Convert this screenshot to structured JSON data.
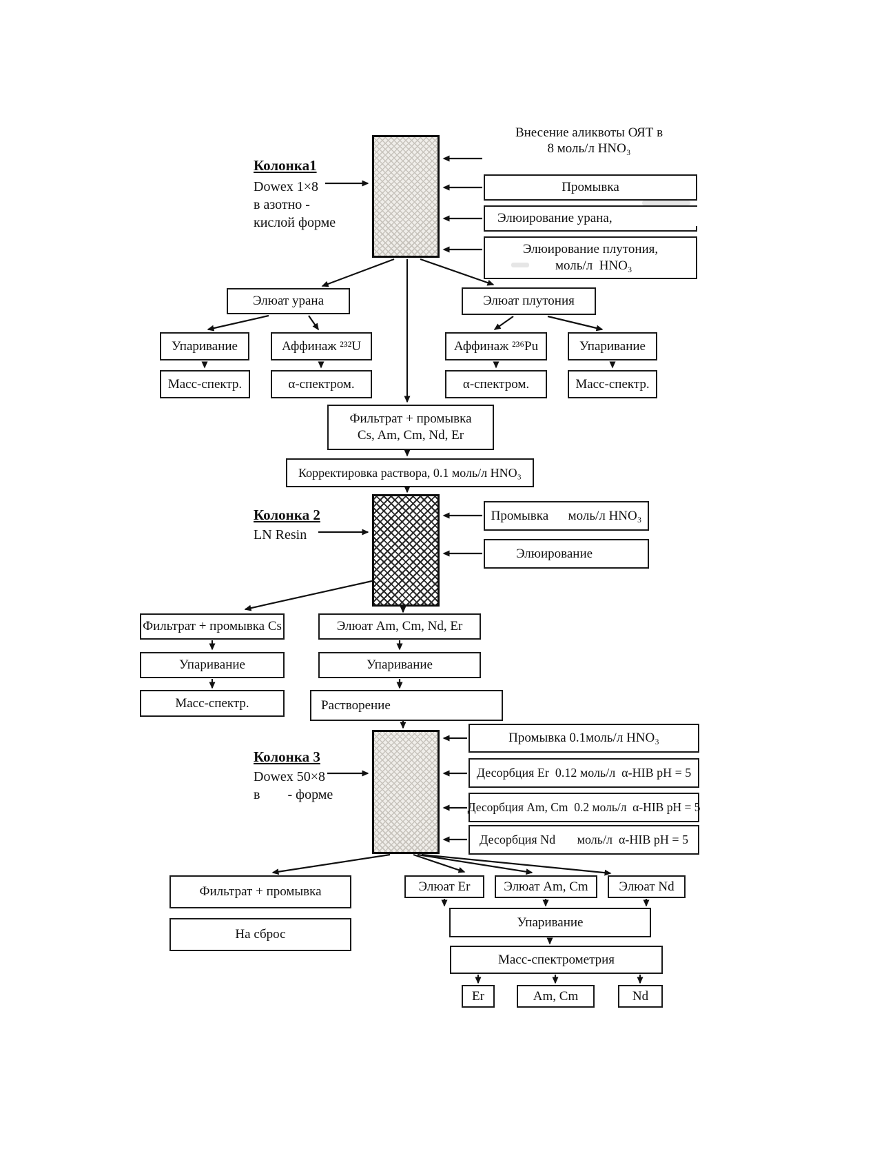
{
  "sections": {
    "s1": {
      "title": "Колонка1",
      "resin": "Dowex 1×8\nв азотно -\nкислой форме",
      "feed": "Внесение аликвоты ОЯТ в\n8 моль/л HNO₃",
      "in_wash": "Промывка",
      "in_elute_u": "Элюирование урана,",
      "in_elute_pu": "Элюирование плутония,\n  моль/л  HNO₃",
      "eluate_u": "Элюат урана",
      "eluate_pu": "Элюат плутония",
      "evaporation": "Упаривание",
      "affinage_u": "Аффинаж ²³²U",
      "affinage_pu": "Аффинаж ²³⁶Pu",
      "mass_spec": "Масс-спектр.",
      "alpha_spec": "α-спектром.",
      "filtrate": "Фильтрат + промывка\nCs, Am, Cm, Nd, Er",
      "correction": "Корректировка раствора, 0.1 моль/л HNO₃"
    },
    "s2": {
      "title": "Колонка 2",
      "resin": "LN Resin",
      "in_wash": "Промывка      моль/л HNO₃",
      "in_elute": "Элюирование",
      "filtrate_cs": "Фильтрат + промывка Cs",
      "evaporation": "Упаривание",
      "mass_spec": "Масс-спектр.",
      "eluate": "Элюат Am, Cm, Nd, Er",
      "dissolution": "Растворение"
    },
    "s3": {
      "title": "Колонка 3",
      "resin": "Dowex 50×8\nв        - форме",
      "in_wash": "Промывка 0.1моль/л HNO₃",
      "in_desorb_er": "Десорбция Er  0.12 моль/л  α-HIB pH = 5",
      "in_desorb_amcm": "Десорбция Am, Cm  0.2 моль/л  α-HIB pH = 5",
      "in_desorb_nd": "Десорбция Nd       моль/л  α-HIB pH = 5",
      "filtrate": "Фильтрат + промывка",
      "discard": "На сброс",
      "eluate_er": "Элюат Er",
      "eluate_amcm": "Элюат Am, Cm",
      "eluate_nd": "Элюат Nd",
      "evaporation": "Упаривание",
      "mass_spectrometry": "Масс-спектрометрия",
      "out_er": "Er",
      "out_amcm": "Am, Cm",
      "out_nd": "Nd"
    }
  }
}
